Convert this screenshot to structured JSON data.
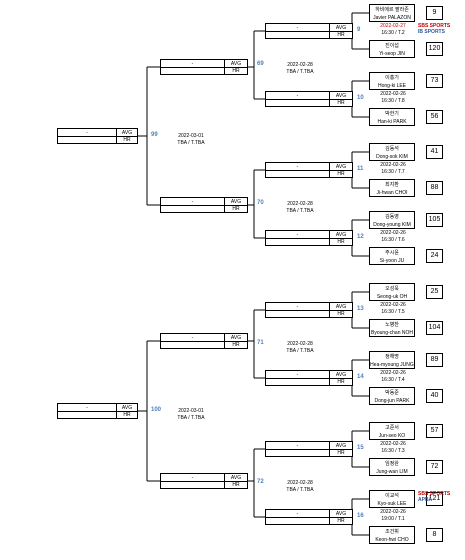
{
  "players": [
    {
      "kr": "하비에르 팔라존",
      "en": "Javier PALAZON",
      "score": "9"
    },
    {
      "kr": "진이섭",
      "en": "Yi-seop JIN",
      "score": "120"
    },
    {
      "kr": "이홍기",
      "en": "Hong-ki LEE",
      "score": "73"
    },
    {
      "kr": "박한기",
      "en": "Han-ki PARK",
      "score": "56"
    },
    {
      "kr": "김동석",
      "en": "Dong-sok KIM",
      "score": "41"
    },
    {
      "kr": "최지환",
      "en": "Ji-hwan CHOI",
      "score": "88"
    },
    {
      "kr": "김동영",
      "en": "Dong-young KIM",
      "score": "105"
    },
    {
      "kr": "주시윤",
      "en": "Si-yoon JU",
      "score": "24"
    },
    {
      "kr": "오성욱",
      "en": "Seong-uk OH",
      "score": "25"
    },
    {
      "kr": "노병찬",
      "en": "Byoung-chan NOH",
      "score": "104"
    },
    {
      "kr": "정해명",
      "en": "Hea-myoung JUNG",
      "score": "89"
    },
    {
      "kr": "박동준",
      "en": "Dong-jun PARK",
      "score": "40"
    },
    {
      "kr": "고준서",
      "en": "Jun-seo KO",
      "score": "57"
    },
    {
      "kr": "임정완",
      "en": "Jung-wan LIM",
      "score": "72"
    },
    {
      "kr": "이교석",
      "en": "Kyo-suk LEE",
      "score": "121"
    },
    {
      "kr": "조건휘",
      "en": "Keon-hwi CHO",
      "score": "8"
    }
  ],
  "r1": [
    {
      "num": "9",
      "date": "2022-02-27",
      "time": "16:30 / T.2",
      "date_color": "#c00000"
    },
    {
      "num": "10",
      "date": "2022-02-26",
      "time": "16:30 / T.8"
    },
    {
      "num": "11",
      "date": "2022-02-26",
      "time": "16:30 / T.7"
    },
    {
      "num": "12",
      "date": "2022-02-26",
      "time": "16:30 / T.6"
    },
    {
      "num": "13",
      "date": "2022-02-26",
      "time": "16:30 / T.5"
    },
    {
      "num": "14",
      "date": "2022-02-26",
      "time": "16:30 / T.4"
    },
    {
      "num": "15",
      "date": "2022-02-26",
      "time": "16:30 / T.3"
    },
    {
      "num": "16",
      "date": "2022-02-26",
      "time": "19:00 / T.1"
    }
  ],
  "r2": [
    {
      "num": "69",
      "date": "2022-02-28",
      "time": "TBA / T.TBA"
    },
    {
      "num": "70",
      "date": "2022-02-28",
      "time": "TBA / T.TBA"
    },
    {
      "num": "71",
      "date": "2022-02-28",
      "time": "TBA / T.TBA"
    },
    {
      "num": "72",
      "date": "2022-02-28",
      "time": "TBA / T.TBA"
    }
  ],
  "r3": [
    {
      "num": "99",
      "date": "2022-03-01",
      "time": "TBA / T.TBA"
    },
    {
      "num": "100",
      "date": "2022-03-01",
      "time": "TBA / T.TBA"
    }
  ],
  "slot": {
    "name": "-",
    "avg": "AVG",
    "hr": "HR"
  },
  "logos": [
    {
      "a": "SBS SPORTS",
      "b": "IB SPORTS"
    },
    {
      "a": "SBS SPORTS",
      "b": "APBA"
    }
  ]
}
